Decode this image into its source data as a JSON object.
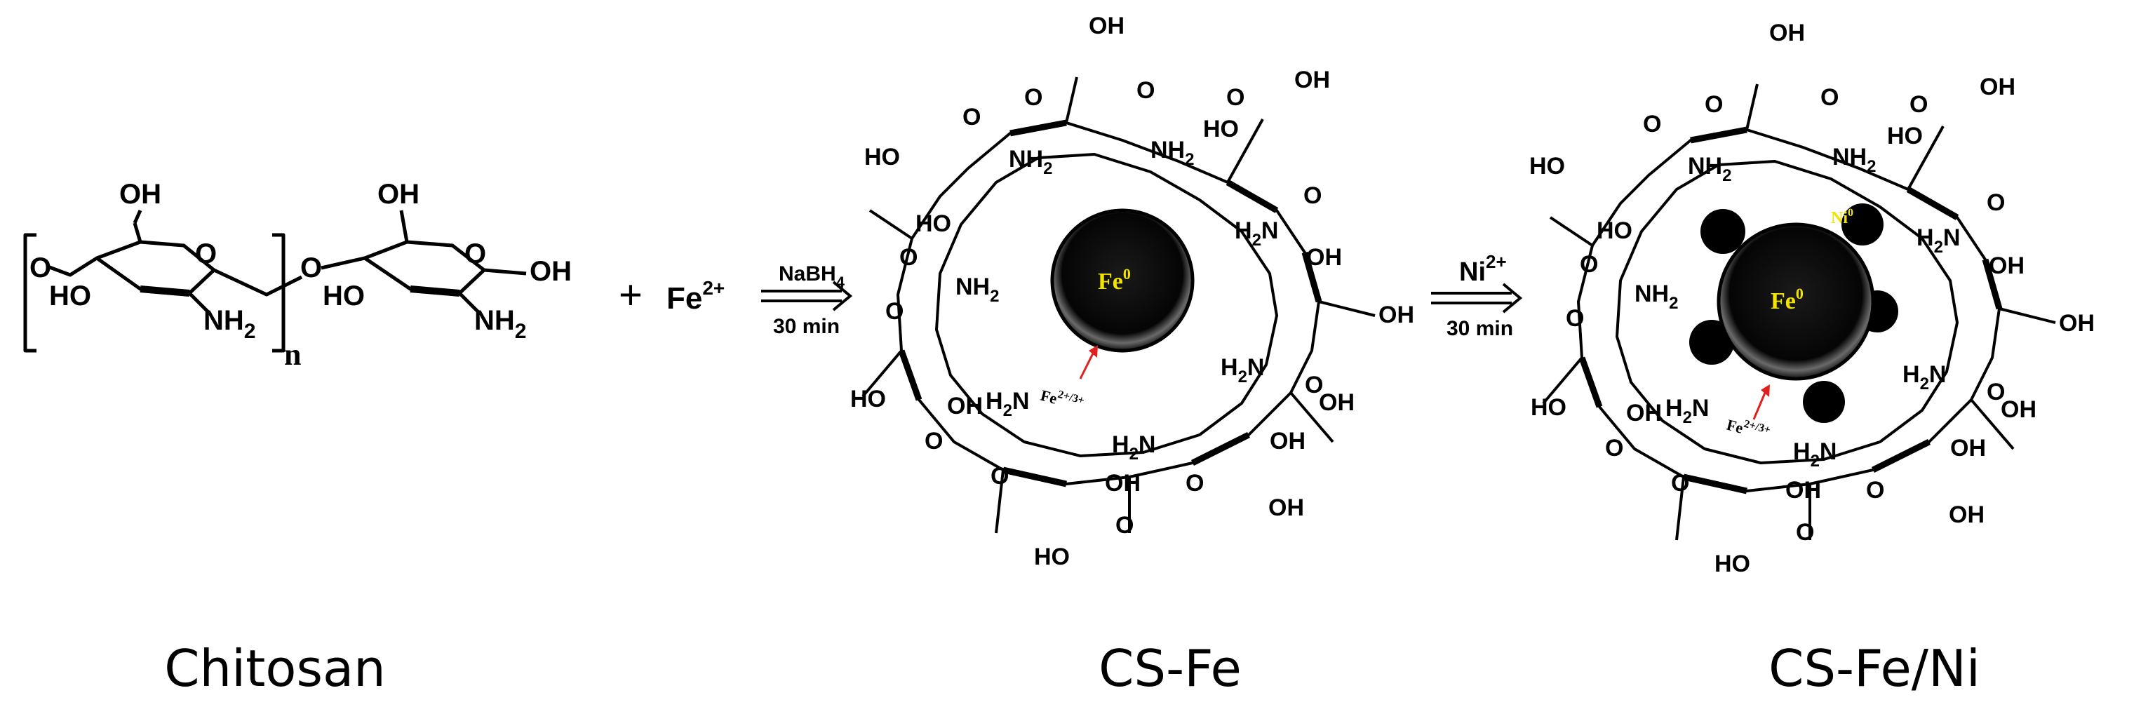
{
  "reaction": {
    "reactant_plus": "+",
    "reagent": {
      "base": "Fe",
      "sup": "2+"
    },
    "step1": {
      "reagent": {
        "base": "NaBH",
        "sub": "4"
      },
      "time": "30 min"
    },
    "step2": {
      "reagent": {
        "base": "Ni",
        "sup": "2+"
      },
      "time": "30 min"
    }
  },
  "chitosan_structure": {
    "groups": {
      "oh": "OH",
      "ho": "HO",
      "o": "O",
      "nh2_base": "NH",
      "nh2_sub": "2"
    },
    "repeat_subscript": "n"
  },
  "ring_labels": {
    "oh": "OH",
    "ho": "HO",
    "o": "O",
    "nh2_base": "NH",
    "h2n_base": "H",
    "n": "N",
    "sub2": "2"
  },
  "particles": {
    "fe_core": {
      "base": "Fe",
      "sup": "0"
    },
    "ni_shell": {
      "base": "Ni",
      "sup": "0"
    },
    "ion_label": {
      "base": "Fe",
      "sup": "2+/3+"
    }
  },
  "captions": {
    "chitosan": "Chitosan",
    "cs_fe": "CS-Fe",
    "cs_fe_ni": "CS-Fe/Ni"
  },
  "colors": {
    "ink": "#000000",
    "core_label": "#f2e400",
    "ion_arrow": "#e02020",
    "background": "#ffffff"
  }
}
